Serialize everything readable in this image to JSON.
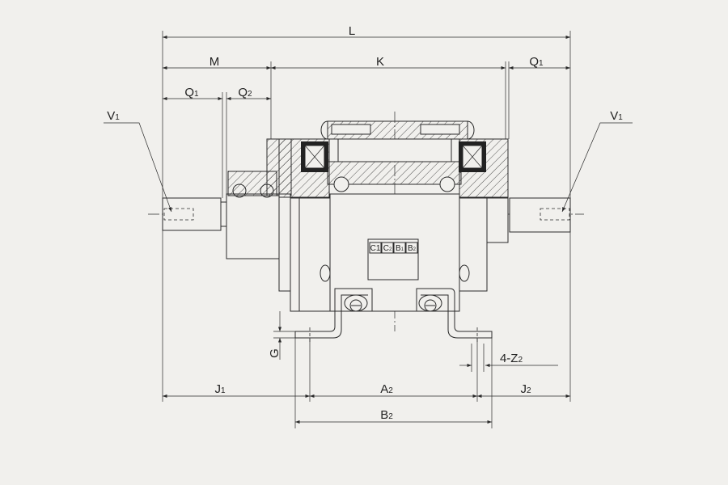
{
  "dimensions": {
    "L": {
      "main": "L",
      "sub": ""
    },
    "M": {
      "main": "M",
      "sub": ""
    },
    "K": {
      "main": "K",
      "sub": ""
    },
    "Q1_right": {
      "main": "Q",
      "sub": "1"
    },
    "Q1_left": {
      "main": "Q",
      "sub": "1"
    },
    "Q2": {
      "main": "Q",
      "sub": "2"
    },
    "V1_left": {
      "main": "V",
      "sub": "1"
    },
    "V1_right": {
      "main": "V",
      "sub": "1"
    },
    "G": {
      "main": "G",
      "sub": ""
    },
    "Z2": {
      "main": "4-Z",
      "sub": "2"
    },
    "J1": {
      "main": "J",
      "sub": "1"
    },
    "A2": {
      "main": "A",
      "sub": "2"
    },
    "J2": {
      "main": "J",
      "sub": "2"
    },
    "B2": {
      "main": "B",
      "sub": "2"
    }
  },
  "terminals": [
    {
      "main": "C",
      "sub": "1"
    },
    {
      "main": "C",
      "sub": "2"
    },
    {
      "main": "B",
      "sub": "1"
    },
    {
      "main": "B",
      "sub": "2"
    }
  ],
  "colors": {
    "background": "#f1f0ed",
    "line": "#2a2a2a"
  }
}
